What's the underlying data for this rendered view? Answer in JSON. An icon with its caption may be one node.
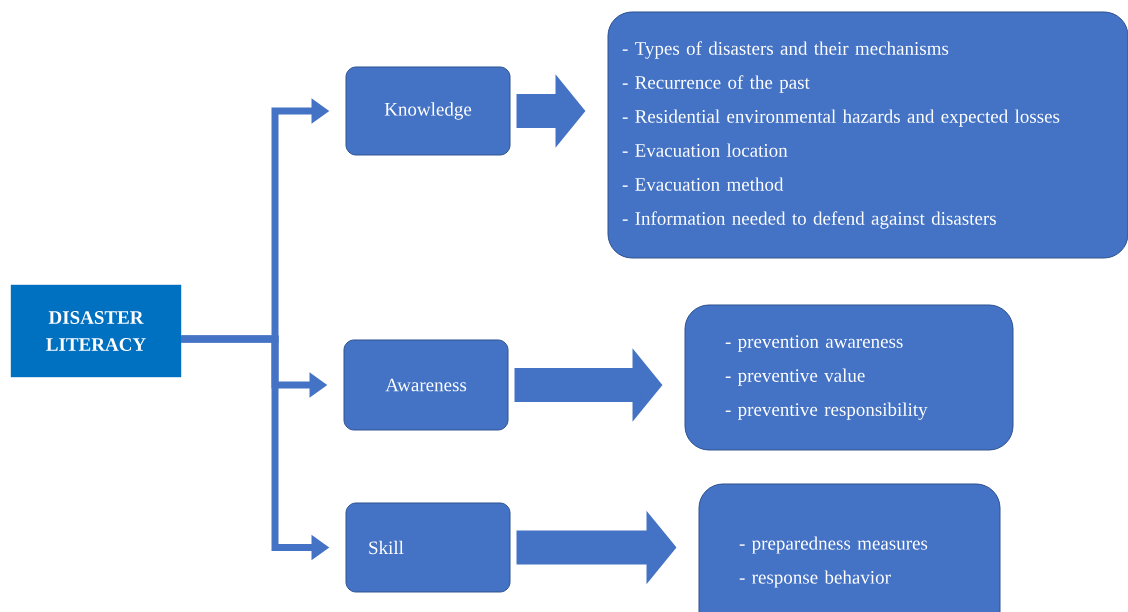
{
  "diagram": {
    "nodes": [
      {
        "text": [
          "DISASTER LITERACY"
        ]
      },
      {
        "text": [
          "Knowledge"
        ]
      },
      {
        "text": [
          "- Types of disasters and their mechanisms",
          "- Recurrence of the past",
          "- Residential environmental hazards and expected losses",
          "- Evacuation location",
          "- Evacuation method",
          "- Information needed to defend against disasters"
        ]
      },
      {
        "text": [
          "Awareness"
        ]
      },
      {
        "text": [
          "- prevention awareness",
          "- preventive value",
          "- preventive responsibility"
        ]
      },
      {
        "text": [
          "Skill"
        ]
      },
      {
        "text": [
          "- preparedness measures",
          "- response behavior"
        ]
      }
    ],
    "edges": [
      {
        "from": 0,
        "to": 1,
        "arrow": "to"
      },
      {
        "from": 0,
        "to": 3,
        "arrow": "to"
      },
      {
        "from": 0,
        "to": 5,
        "arrow": "to"
      },
      {
        "from": 1,
        "to": 2,
        "arrow": "to",
        "style": "thick"
      },
      {
        "from": 3,
        "to": 4,
        "arrow": "to",
        "style": "thick"
      },
      {
        "from": 5,
        "to": 6,
        "arrow": "to",
        "style": "thick"
      }
    ]
  }
}
